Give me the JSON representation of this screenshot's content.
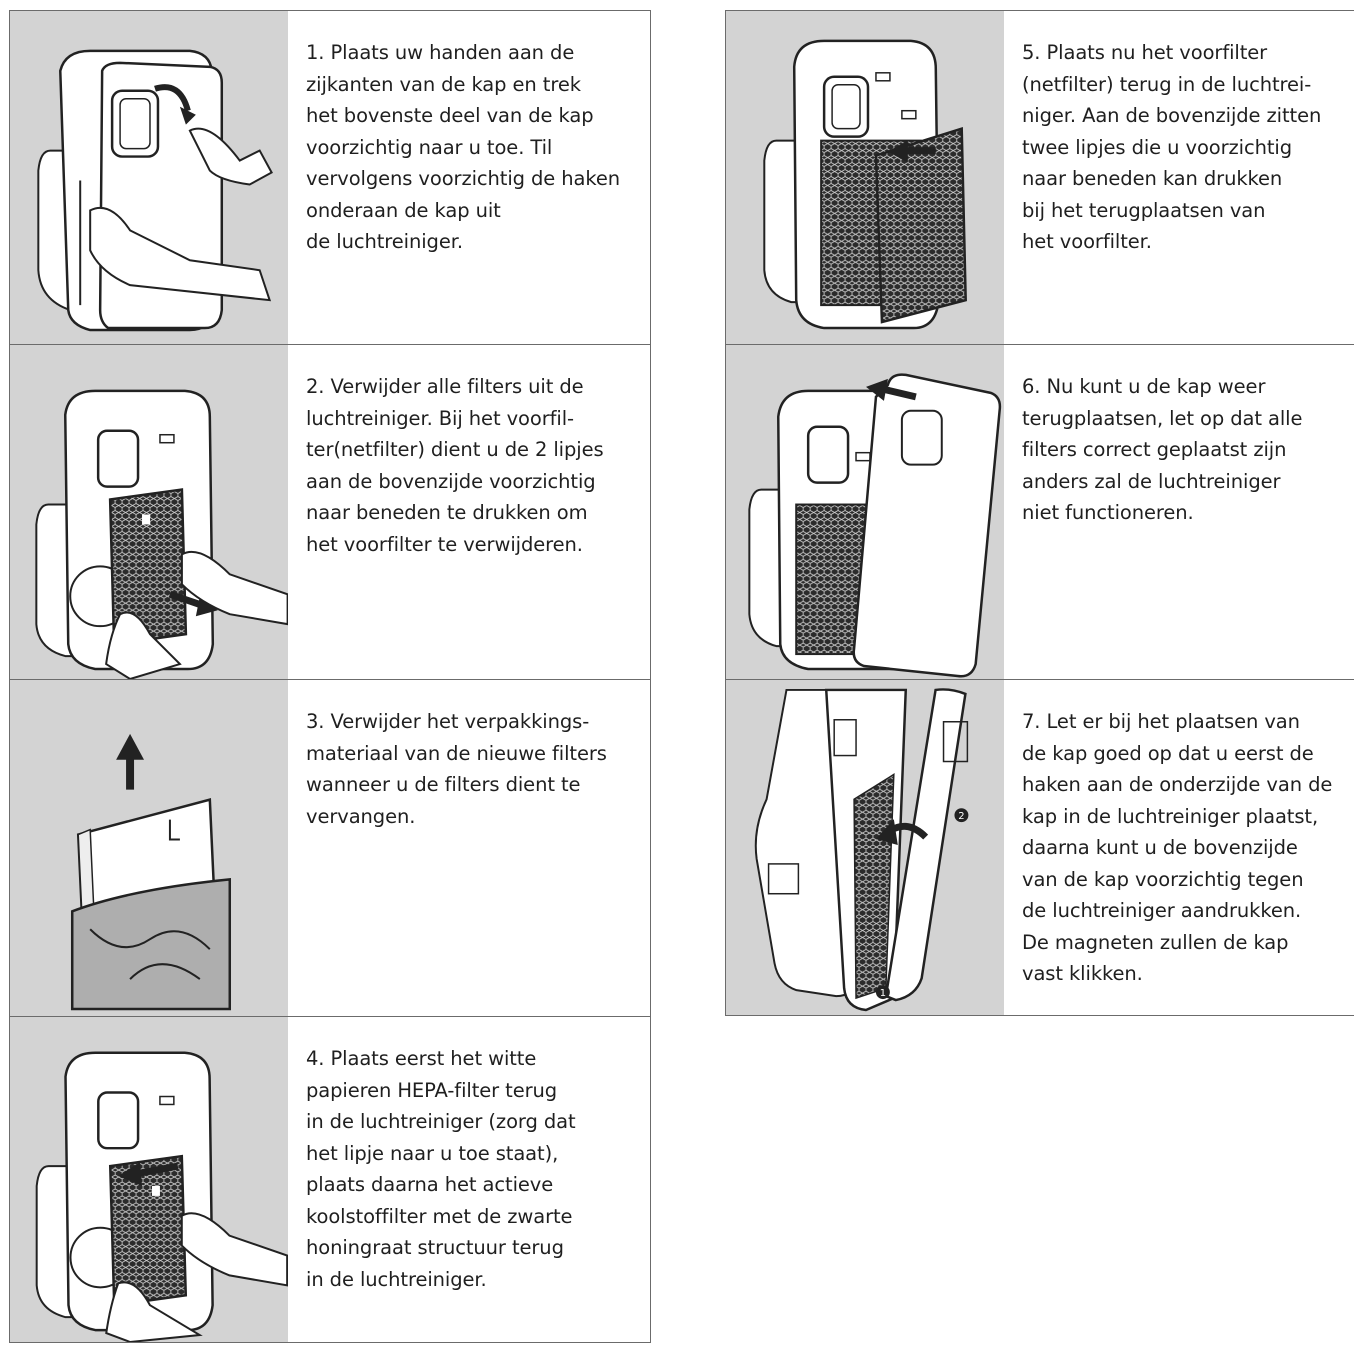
{
  "steps": [
    {
      "text": "1. Plaats uw handen aan de\nzijkanten van de kap en trek\nhet bovenste deel van de kap\nvoorzichtig naar u toe. Til\nvervolgens voorzichtig de haken\nonderaan de kap uit\nde luchtreiniger."
    },
    {
      "text": "2. Verwijder alle filters uit de\nluchtreiniger. Bij het voorfil-\nter(netfilter) dient u de 2 lipjes\naan de bovenzijde voorzichtig\nnaar beneden te drukken om\nhet voorfilter te verwijderen."
    },
    {
      "text": "3. Verwijder het verpakkings-\nmateriaal van de nieuwe filters\nwanneer u de filters dient te\nvervangen."
    },
    {
      "text": "4. Plaats eerst het witte\npapieren HEPA-filter terug\nin de luchtreiniger (zorg dat\nhet lipje naar u toe staat),\nplaats daarna het actieve\nkoolstoffilter met de zwarte\nhoningraat structuur terug\nin de luchtreiniger."
    },
    {
      "text": "5. Plaats nu het voorfilter\n(netfilter) terug in de luchtrei-\nniger. Aan de bovenzijde zitten\ntwee lipjes die u voorzichtig\nnaar beneden kan drukken\nbij het terugplaatsen van\nhet voorfilter."
    },
    {
      "text": "6. Nu kunt u de kap weer\nterugplaatsen, let op dat alle\nfilters correct geplaatst zijn\nanders zal de luchtreiniger\nniet functioneren."
    },
    {
      "text": "7. Let er bij het plaatsen van\nde kap goed op dat u eerst de\nhaken aan de onderzijde van de\nkap in de luchtreiniger plaatst,\ndaarna kunt u de bovenzijde\nvan de kap voorzichtig tegen\nde luchtreiniger aandrukken.\nDe magneten zullen de kap\nvast klikken."
    }
  ],
  "callouts": {
    "first": "1",
    "second": "2"
  },
  "colors": {
    "panel": "#d3d3d3",
    "border": "#6b6b6b",
    "ink": "#1f1f1f"
  }
}
